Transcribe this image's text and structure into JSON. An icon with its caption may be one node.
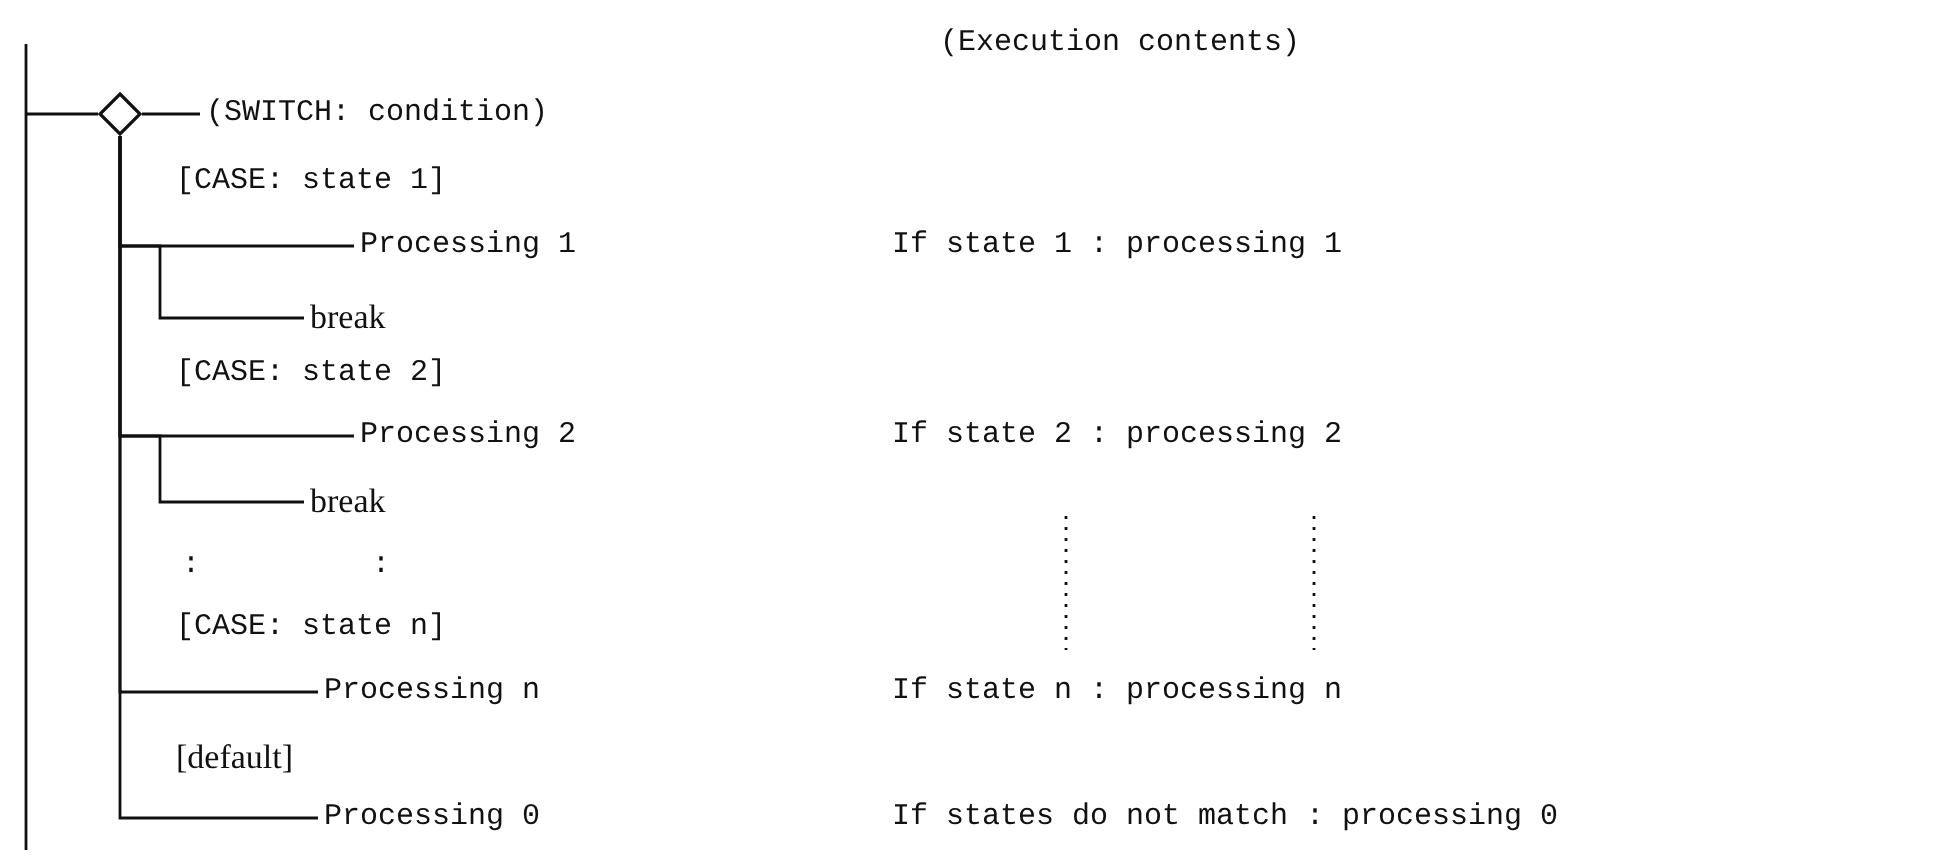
{
  "diagram": {
    "nodes": [
      {
        "text": [],
        "shape": "diamond"
      },
      {
        "text": [
          "(SWITCH: condition)"
        ]
      },
      {
        "text": [
          "Processing 1"
        ]
      },
      {
        "text": [
          "break"
        ]
      },
      {
        "text": [
          "Processing 2"
        ]
      },
      {
        "text": [
          "break"
        ]
      },
      {
        "text": [
          "Processing n"
        ]
      },
      {
        "text": [
          "Processing 0"
        ]
      }
    ],
    "edges": [
      {
        "from": null,
        "to": 0,
        "arrow": "none"
      },
      {
        "from": 0,
        "to": 1,
        "arrow": "none"
      },
      {
        "from": 0,
        "to": 2,
        "arrow": "none"
      },
      {
        "from": 0,
        "to": 3,
        "arrow": "none"
      },
      {
        "from": 0,
        "to": 4,
        "arrow": "none"
      },
      {
        "from": 0,
        "to": 5,
        "arrow": "none"
      },
      {
        "from": 0,
        "to": 6,
        "arrow": "none"
      },
      {
        "from": 0,
        "to": 7,
        "arrow": "none"
      }
    ],
    "labels": [
      "(Execution contents)",
      "[CASE: state 1]",
      "If state 1 : processing 1",
      "[CASE: state 2]",
      "If state 2 : processing 2",
      ":",
      ":",
      "[CASE: state n]",
      "If state n : processing n",
      "[default]",
      "If states do not match : processing 0"
    ]
  }
}
